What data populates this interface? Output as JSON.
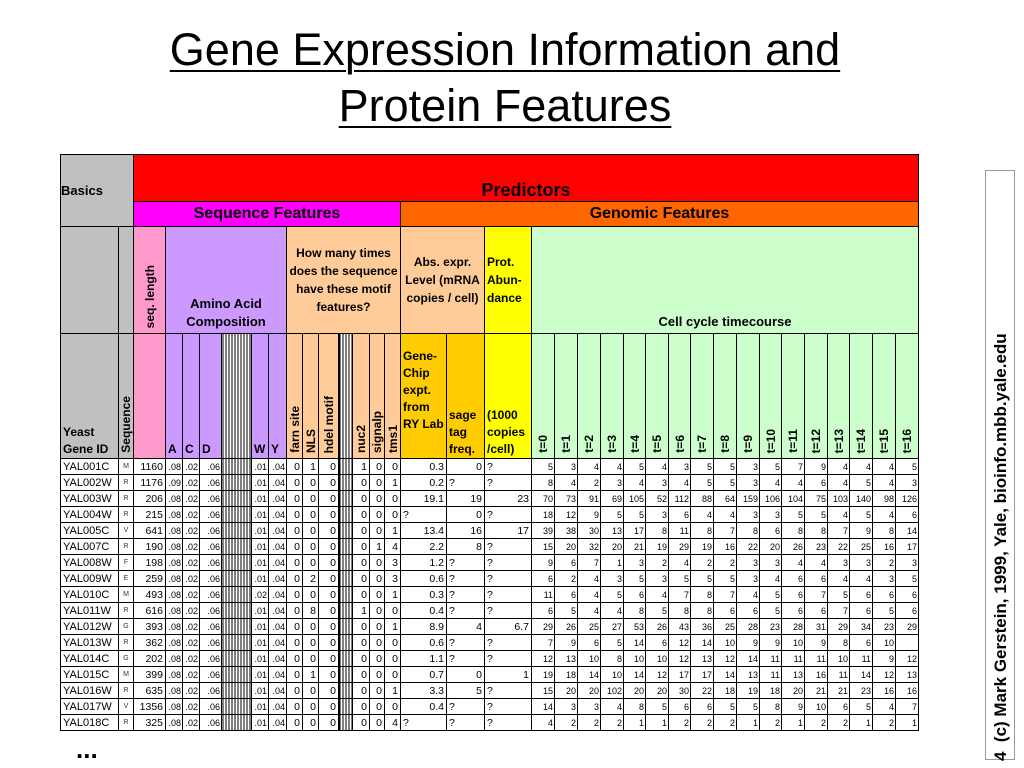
{
  "title": [
    "Gene Expression Information and",
    "Protein Features"
  ],
  "headers": {
    "basics": "Basics",
    "predictors": "Predictors",
    "sequence_features": "Sequence Features",
    "genomic_features": "Genomic Features",
    "seq_length": "seq. length",
    "amino_acid": "Amino Acid Composition",
    "motif_question": "How many times does the sequence have these motif features?",
    "abs_expr": "Abs. expr. Level (mRNA copies / cell)",
    "prot_abundance": "Prot. Abun-dance",
    "cell_cycle": "Cell cycle timecourse",
    "yeast_gene_id": "Yeast Gene ID",
    "sequence": "Sequence",
    "aa_cols": [
      "A",
      "C",
      "D",
      "",
      "W",
      "Y"
    ],
    "motif_cols": [
      "farn site",
      "NLS",
      "hdel motif",
      "",
      "nuc2",
      "signalp",
      "tms1"
    ],
    "genechip": "Gene-Chip expt. from RY Lab",
    "sage": "sage tag freq.",
    "copies": "(1000 copies /cell)",
    "timepoints": [
      "t=0",
      "t=1",
      "t=2",
      "t=3",
      "t=4",
      "t=5",
      "t=6",
      "t=7",
      "t=8",
      "t=9",
      "t=10",
      "t=11",
      "t=12",
      "t=13",
      "t=14",
      "t=15",
      "t=16"
    ]
  },
  "rows": [
    {
      "id": "YAL001C",
      "seq": "M",
      "len": "1160",
      "a": ".08",
      "c": ".02",
      "d": ".06",
      "w": ".01",
      "y": ".04",
      "farn": "0",
      "nls": "1",
      "hdel": "0",
      "nuc2": "1",
      "signalp": "0",
      "tms1": "0",
      "gene": "0.3",
      "sage": "0",
      "prot": "?",
      "tc": [
        "5",
        "3",
        "4",
        "4",
        "5",
        "4",
        "3",
        "5",
        "5",
        "3",
        "5",
        "7",
        "9",
        "4",
        "4",
        "4",
        "5"
      ]
    },
    {
      "id": "YAL002W",
      "seq": "R",
      "len": "1176",
      "a": ".09",
      "c": ".02",
      "d": ".06",
      "w": ".01",
      "y": ".04",
      "farn": "0",
      "nls": "0",
      "hdel": "0",
      "nuc2": "0",
      "signalp": "0",
      "tms1": "1",
      "gene": "0.2",
      "sage": "?",
      "prot": "?",
      "tc": [
        "8",
        "4",
        "2",
        "3",
        "4",
        "3",
        "4",
        "5",
        "5",
        "3",
        "4",
        "4",
        "6",
        "4",
        "5",
        "4",
        "3"
      ]
    },
    {
      "id": "YAL003W",
      "seq": "R",
      "len": "206",
      "a": ".08",
      "c": ".02",
      "d": ".06",
      "w": ".01",
      "y": ".04",
      "farn": "0",
      "nls": "0",
      "hdel": "0",
      "nuc2": "0",
      "signalp": "0",
      "tms1": "0",
      "gene": "19.1",
      "sage": "19",
      "prot": "23",
      "tc": [
        "70",
        "73",
        "91",
        "69",
        "105",
        "52",
        "112",
        "88",
        "64",
        "159",
        "106",
        "104",
        "75",
        "103",
        "140",
        "98",
        "126"
      ]
    },
    {
      "id": "YAL004W",
      "seq": "R",
      "len": "215",
      "a": ".08",
      "c": ".02",
      "d": ".06",
      "w": ".01",
      "y": ".04",
      "farn": "0",
      "nls": "0",
      "hdel": "0",
      "nuc2": "0",
      "signalp": "0",
      "tms1": "0",
      "gene": "?",
      "sage": "0",
      "prot": "?",
      "tc": [
        "18",
        "12",
        "9",
        "5",
        "5",
        "3",
        "6",
        "4",
        "4",
        "3",
        "3",
        "5",
        "5",
        "4",
        "5",
        "4",
        "6"
      ]
    },
    {
      "id": "YAL005C",
      "seq": "V",
      "len": "641",
      "a": ".08",
      "c": ".02",
      "d": ".06",
      "w": ".01",
      "y": ".04",
      "farn": "0",
      "nls": "0",
      "hdel": "0",
      "nuc2": "0",
      "signalp": "0",
      "tms1": "1",
      "gene": "13.4",
      "sage": "16",
      "prot": "17",
      "tc": [
        "39",
        "38",
        "30",
        "13",
        "17",
        "8",
        "11",
        "8",
        "7",
        "8",
        "6",
        "8",
        "8",
        "7",
        "9",
        "8",
        "14"
      ]
    },
    {
      "id": "YAL007C",
      "seq": "R",
      "len": "190",
      "a": ".08",
      "c": ".02",
      "d": ".06",
      "w": ".01",
      "y": ".04",
      "farn": "0",
      "nls": "0",
      "hdel": "0",
      "nuc2": "0",
      "signalp": "1",
      "tms1": "4",
      "gene": "2.2",
      "sage": "8",
      "prot": "?",
      "tc": [
        "15",
        "20",
        "32",
        "20",
        "21",
        "19",
        "29",
        "19",
        "16",
        "22",
        "20",
        "26",
        "23",
        "22",
        "25",
        "16",
        "17"
      ]
    },
    {
      "id": "YAL008W",
      "seq": "F",
      "len": "198",
      "a": ".08",
      "c": ".02",
      "d": ".06",
      "w": ".01",
      "y": ".04",
      "farn": "0",
      "nls": "0",
      "hdel": "0",
      "nuc2": "0",
      "signalp": "0",
      "tms1": "3",
      "gene": "1.2",
      "sage": "?",
      "prot": "?",
      "tc": [
        "9",
        "6",
        "7",
        "1",
        "3",
        "2",
        "4",
        "2",
        "2",
        "3",
        "3",
        "4",
        "4",
        "3",
        "3",
        "2",
        "3"
      ]
    },
    {
      "id": "YAL009W",
      "seq": "E",
      "len": "259",
      "a": ".08",
      "c": ".02",
      "d": ".06",
      "w": ".01",
      "y": ".04",
      "farn": "0",
      "nls": "2",
      "hdel": "0",
      "nuc2": "0",
      "signalp": "0",
      "tms1": "3",
      "gene": "0.6",
      "sage": "?",
      "prot": "?",
      "tc": [
        "6",
        "2",
        "4",
        "3",
        "5",
        "3",
        "5",
        "5",
        "5",
        "3",
        "4",
        "6",
        "6",
        "4",
        "4",
        "3",
        "5"
      ]
    },
    {
      "id": "YAL010C",
      "seq": "M",
      "len": "493",
      "a": ".08",
      "c": ".02",
      "d": ".06",
      "w": ".02",
      "y": ".04",
      "farn": "0",
      "nls": "0",
      "hdel": "0",
      "nuc2": "0",
      "signalp": "0",
      "tms1": "1",
      "gene": "0.3",
      "sage": "?",
      "prot": "?",
      "tc": [
        "11",
        "6",
        "4",
        "5",
        "6",
        "4",
        "7",
        "8",
        "7",
        "4",
        "5",
        "6",
        "7",
        "5",
        "6",
        "6",
        "6"
      ]
    },
    {
      "id": "YAL011W",
      "seq": "R",
      "len": "616",
      "a": ".08",
      "c": ".02",
      "d": ".06",
      "w": ".01",
      "y": ".04",
      "farn": "0",
      "nls": "8",
      "hdel": "0",
      "nuc2": "1",
      "signalp": "0",
      "tms1": "0",
      "gene": "0.4",
      "sage": "?",
      "prot": "?",
      "tc": [
        "6",
        "5",
        "4",
        "4",
        "8",
        "5",
        "8",
        "8",
        "6",
        "6",
        "5",
        "6",
        "6",
        "7",
        "6",
        "5",
        "6"
      ]
    },
    {
      "id": "YAL012W",
      "seq": "G",
      "len": "393",
      "a": ".08",
      "c": ".02",
      "d": ".06",
      "w": ".01",
      "y": ".04",
      "farn": "0",
      "nls": "0",
      "hdel": "0",
      "nuc2": "0",
      "signalp": "0",
      "tms1": "1",
      "gene": "8.9",
      "sage": "4",
      "prot": "6.7",
      "tc": [
        "29",
        "26",
        "25",
        "27",
        "53",
        "26",
        "43",
        "36",
        "25",
        "28",
        "23",
        "28",
        "31",
        "29",
        "34",
        "23",
        "29"
      ]
    },
    {
      "id": "YAL013W",
      "seq": "R",
      "len": "362",
      "a": ".08",
      "c": ".02",
      "d": ".06",
      "w": ".01",
      "y": ".04",
      "farn": "0",
      "nls": "0",
      "hdel": "0",
      "nuc2": "0",
      "signalp": "0",
      "tms1": "0",
      "gene": "0.6",
      "sage": "?",
      "prot": "?",
      "tc": [
        "7",
        "9",
        "6",
        "5",
        "14",
        "6",
        "12",
        "14",
        "10",
        "9",
        "9",
        "10",
        "9",
        "8",
        "6",
        "10"
      ]
    },
    {
      "id": "YAL014C",
      "seq": "G",
      "len": "202",
      "a": ".08",
      "c": ".02",
      "d": ".06",
      "w": ".01",
      "y": ".04",
      "farn": "0",
      "nls": "0",
      "hdel": "0",
      "nuc2": "0",
      "signalp": "0",
      "tms1": "0",
      "gene": "1.1",
      "sage": "?",
      "prot": "?",
      "tc": [
        "12",
        "13",
        "10",
        "8",
        "10",
        "10",
        "12",
        "13",
        "12",
        "14",
        "11",
        "11",
        "11",
        "10",
        "11",
        "9",
        "12"
      ]
    },
    {
      "id": "YAL015C",
      "seq": "M",
      "len": "399",
      "a": ".08",
      "c": ".02",
      "d": ".06",
      "w": ".01",
      "y": ".04",
      "farn": "0",
      "nls": "1",
      "hdel": "0",
      "nuc2": "0",
      "signalp": "0",
      "tms1": "0",
      "gene": "0.7",
      "sage": "0",
      "prot": "1",
      "tc": [
        "19",
        "18",
        "14",
        "10",
        "14",
        "12",
        "17",
        "17",
        "14",
        "13",
        "11",
        "13",
        "16",
        "11",
        "14",
        "12",
        "13"
      ]
    },
    {
      "id": "YAL016W",
      "seq": "R",
      "len": "635",
      "a": ".08",
      "c": ".02",
      "d": ".06",
      "w": ".01",
      "y": ".04",
      "farn": "0",
      "nls": "0",
      "hdel": "0",
      "nuc2": "0",
      "signalp": "0",
      "tms1": "1",
      "gene": "3.3",
      "sage": "5",
      "prot": "?",
      "tc": [
        "15",
        "20",
        "20",
        "102",
        "20",
        "20",
        "30",
        "22",
        "18",
        "19",
        "18",
        "20",
        "21",
        "21",
        "23",
        "16",
        "16"
      ]
    },
    {
      "id": "YAL017W",
      "seq": "V",
      "len": "1356",
      "a": ".08",
      "c": ".02",
      "d": ".06",
      "w": ".01",
      "y": ".04",
      "farn": "0",
      "nls": "0",
      "hdel": "0",
      "nuc2": "0",
      "signalp": "0",
      "tms1": "0",
      "gene": "0.4",
      "sage": "?",
      "prot": "?",
      "tc": [
        "14",
        "3",
        "3",
        "4",
        "8",
        "5",
        "6",
        "6",
        "5",
        "5",
        "8",
        "9",
        "10",
        "6",
        "5",
        "4",
        "7"
      ]
    },
    {
      "id": "YAL018C",
      "seq": "R",
      "len": "325",
      "a": ".08",
      "c": ".02",
      "d": ".06",
      "w": ".01",
      "y": ".04",
      "farn": "0",
      "nls": "0",
      "hdel": "0",
      "nuc2": "0",
      "signalp": "0",
      "tms1": "4",
      "gene": "?",
      "sage": "?",
      "prot": "?",
      "tc": [
        "4",
        "2",
        "2",
        "2",
        "1",
        "1",
        "2",
        "2",
        "2",
        "1",
        "2",
        "1",
        "2",
        "2",
        "1",
        "2",
        "1"
      ]
    }
  ],
  "ellipsis": "...",
  "credit": "(c) Mark Gerstein, 1999, Yale, bioinfo.mbb.yale.edu",
  "slide_number": "4"
}
